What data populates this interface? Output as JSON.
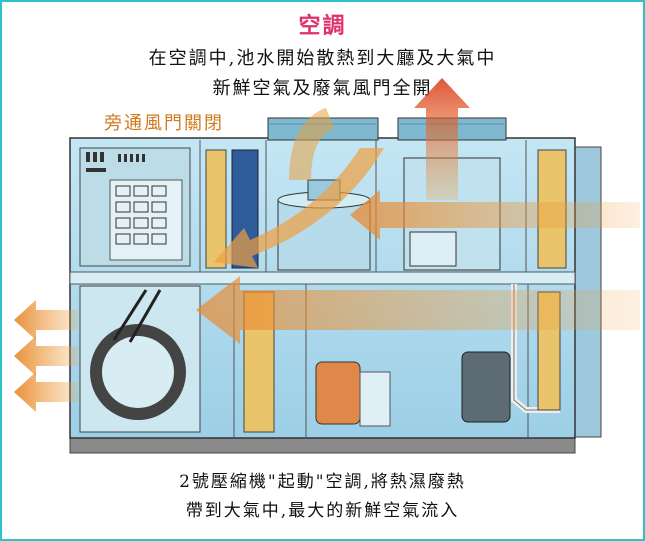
{
  "header": {
    "title": "空調",
    "line1": "在空調中,池水開始散熱到大廳及大氣中",
    "line2": "新鮮空氣及廢氣風門全開"
  },
  "labels": {
    "bypass_damper": "旁通風門關閉"
  },
  "caption": {
    "line1": "2號壓縮機\"起動\"空調,將熱濕廢熱",
    "line2": "帶到大氣中,最大的新鮮空氣流入"
  },
  "colors": {
    "frame": "#2cc4c8",
    "title": "#e0306a",
    "bypass_label": "#d07a1a",
    "airflow_arrow": "#f0a040",
    "exhaust_arrow": "#d83a1a",
    "unit_body": "#a8d8ec"
  }
}
